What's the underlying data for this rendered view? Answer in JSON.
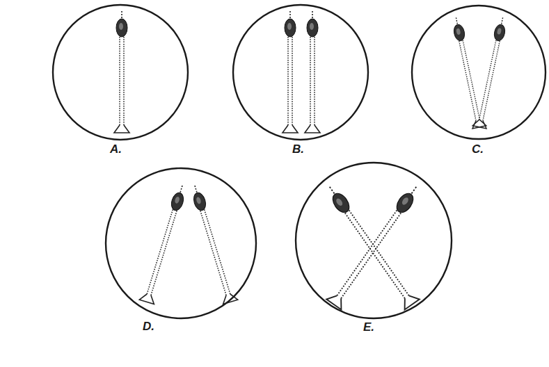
{
  "diagram": {
    "labels": [
      "A.",
      "B.",
      "C.",
      "D.",
      "E."
    ]
  }
}
